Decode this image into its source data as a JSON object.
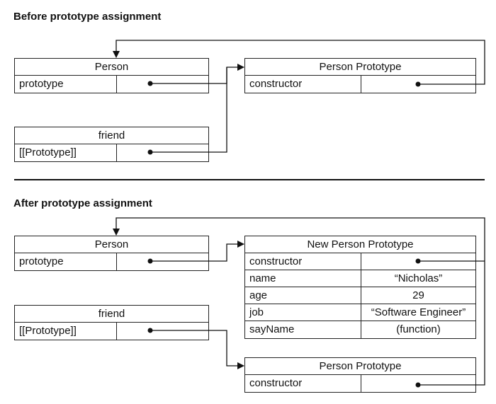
{
  "before": {
    "title": "Before prototype assignment",
    "person": {
      "header": "Person",
      "rows": [
        {
          "key": "prototype"
        }
      ]
    },
    "friend": {
      "header": "friend",
      "rows": [
        {
          "key": "[[Prototype]]"
        }
      ]
    },
    "person_prototype": {
      "header": "Person Prototype",
      "rows": [
        {
          "key": "constructor"
        }
      ]
    }
  },
  "after": {
    "title": "After prototype assignment",
    "person": {
      "header": "Person",
      "rows": [
        {
          "key": "prototype"
        }
      ]
    },
    "friend": {
      "header": "friend",
      "rows": [
        {
          "key": "[[Prototype]]"
        }
      ]
    },
    "new_person_prototype": {
      "header": "New Person Prototype",
      "rows": [
        {
          "key": "constructor"
        },
        {
          "key": "name",
          "value": "“Nicholas”"
        },
        {
          "key": "age",
          "value": "29"
        },
        {
          "key": "job",
          "value": "“Software Engineer”"
        },
        {
          "key": "sayName",
          "value": "(function)"
        }
      ]
    },
    "person_prototype": {
      "header": "Person Prototype",
      "rows": [
        {
          "key": "constructor"
        }
      ]
    }
  }
}
